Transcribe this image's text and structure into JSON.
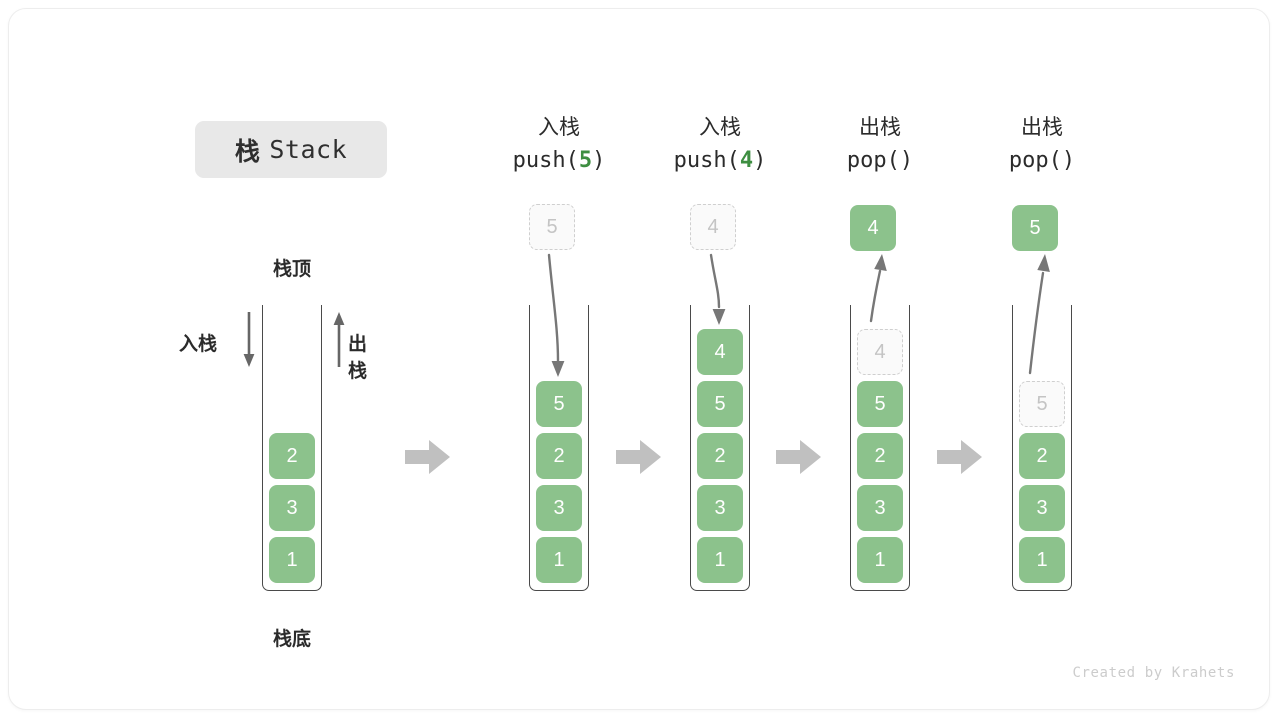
{
  "title": {
    "cn": "栈",
    "en": "Stack"
  },
  "footer": {
    "credit": "Created by Krahets"
  },
  "legend": {
    "top_label": "栈顶",
    "bottom_label": "栈底",
    "push_label": "入栈",
    "pop_label": "出栈"
  },
  "colors": {
    "cell_green": "#8cc28c",
    "cell_text": "#ffffff",
    "ghost_border": "#cfcfcf",
    "ghost_text": "#c4c4c4",
    "accent_green": "#3e8e41",
    "wall": "#4a4a4a",
    "separator": "#c0c0c0",
    "badge_bg": "#e8e8e8"
  },
  "separator_icon": "right-block-arrow",
  "columns": [
    {
      "id": "initial",
      "head_cn": "",
      "head_code": "",
      "head_arg": "",
      "cells": [
        "2",
        "3",
        "1"
      ],
      "floater": null,
      "ghost_in_stack": null,
      "arrow": null
    },
    {
      "id": "push-5",
      "head_cn": "入栈",
      "head_code_prefix": "push(",
      "head_arg": "5",
      "head_code_suffix": ")",
      "cells": [
        "5",
        "2",
        "3",
        "1"
      ],
      "floater": {
        "value": "5",
        "style": "ghost"
      },
      "ghost_in_stack": null,
      "arrow": "down"
    },
    {
      "id": "push-4",
      "head_cn": "入栈",
      "head_code_prefix": "push(",
      "head_arg": "4",
      "head_code_suffix": ")",
      "cells": [
        "4",
        "5",
        "2",
        "3",
        "1"
      ],
      "floater": {
        "value": "4",
        "style": "ghost"
      },
      "ghost_in_stack": null,
      "arrow": "down"
    },
    {
      "id": "pop-4",
      "head_cn": "出栈",
      "head_code_prefix": "pop(",
      "head_arg": "",
      "head_code_suffix": ")",
      "cells": [
        "5",
        "2",
        "3",
        "1"
      ],
      "floater": {
        "value": "4",
        "style": "solid"
      },
      "ghost_in_stack": {
        "value": "4",
        "position": "top"
      },
      "arrow": "up"
    },
    {
      "id": "pop-5",
      "head_cn": "出栈",
      "head_code_prefix": "pop(",
      "head_arg": "",
      "head_code_suffix": ")",
      "cells": [
        "2",
        "3",
        "1"
      ],
      "floater": {
        "value": "5",
        "style": "solid"
      },
      "ghost_in_stack": {
        "value": "5",
        "position": "top"
      },
      "arrow": "up"
    }
  ]
}
